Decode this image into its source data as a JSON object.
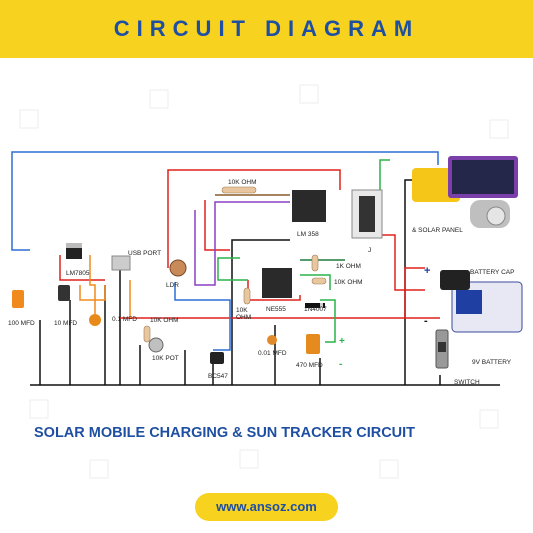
{
  "header": {
    "title": "CIRCUIT DIAGRAM"
  },
  "caption": "SOLAR MOBILE CHARGING & SUN TRACKER CIRCUIT",
  "website": "www.ansoz.com",
  "colors": {
    "header_bg": "#f7d21e",
    "title_text": "#1f4fa3"
  },
  "labels": {
    "lm7805": "LM7805",
    "usb_port": "USB PORT",
    "cap_100": "100 MFD",
    "cap_10": "10 MFD",
    "cap_01a": "0.1 MFD",
    "ldr": "LDR",
    "res_10k_top": "10K OHM",
    "lm358": "LM 358",
    "solar_panel": "& SOLAR PANEL",
    "res_1k": "1K OHM",
    "res_10k_mid": "10K OHM",
    "res_10k_left": "10K OHM",
    "res_10k_ohm2": "10K\nOHM",
    "ne555": "NE555",
    "diode": "1N4007",
    "pot": "10K POT",
    "bc547": "BC547",
    "cap_001": "0.01 MFD",
    "cap_470": "470 MFD",
    "battery_cap": "BATTERY CAP",
    "battery_9v": "9V BATTERY",
    "switch": "SWITCH",
    "plus1": "+",
    "minus1": "-",
    "plus2": "+",
    "minus2": "-",
    "j_label": "J"
  }
}
